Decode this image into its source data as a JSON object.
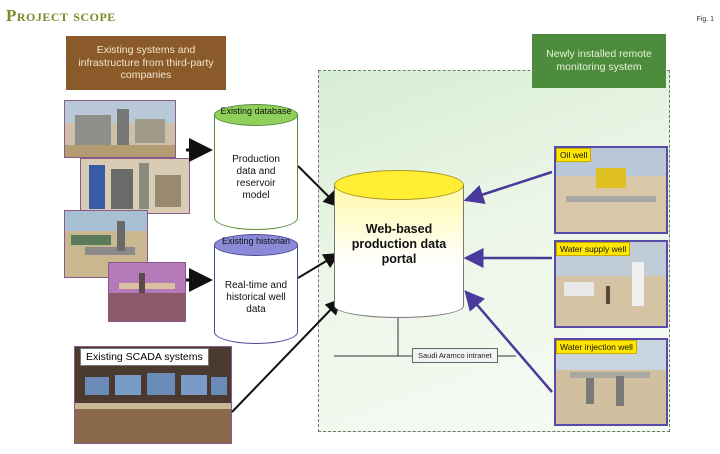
{
  "header": {
    "title": "Project scope",
    "fig_label": "Fig. 1"
  },
  "existing_box": {
    "label": "Existing systems and infrastructure from third-party companies"
  },
  "new_box": {
    "label": "Newly installed remote monitoring system"
  },
  "database": {
    "top_label": "Existing database",
    "body_label": "Production data and reservoir model"
  },
  "historian": {
    "top_label": "Existing historian",
    "body_label": "Real-time and historical well data"
  },
  "portal": {
    "label": "Web-based production data portal"
  },
  "scada": {
    "label": "Existing SCADA systems"
  },
  "intranet": {
    "label": "Saudi Aramco intranet"
  },
  "wells": [
    {
      "label": "Oil well"
    },
    {
      "label": "Water supply well"
    },
    {
      "label": "Water injection well"
    }
  ],
  "colors": {
    "title": "#7a8a2a",
    "existing_box": "#8b5a2b",
    "new_box": "#4c8c3c",
    "database_top": "#8fd05a",
    "historian_top": "#8a8ad8",
    "portal_top": "#ffee33",
    "well_label": "#ffe600",
    "well_border": "#5a4aa8"
  }
}
